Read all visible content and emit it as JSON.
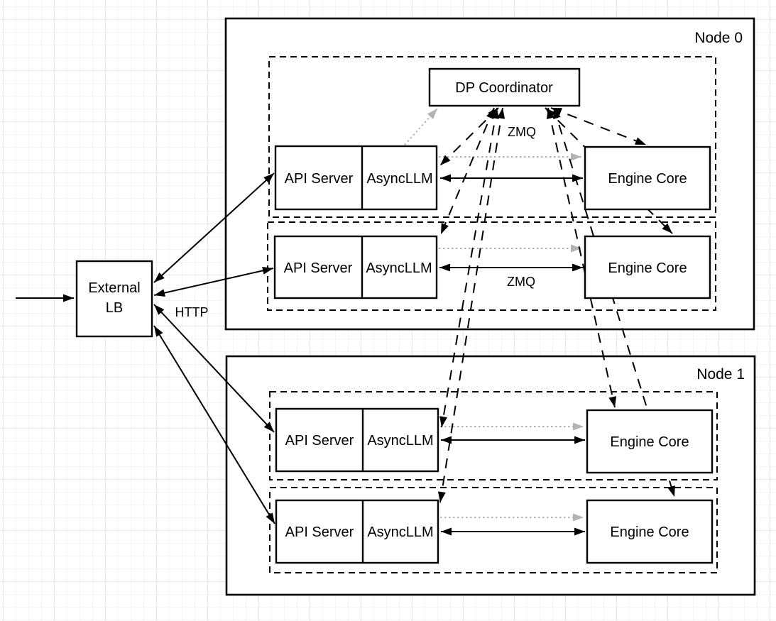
{
  "colors": {
    "stroke": "#000000",
    "gray_arrow": "#b3b3b3",
    "grid_minor": "#f4f4f6",
    "grid_major": "#e7e7ea",
    "box_fill": "#ffffff"
  },
  "external_lb": {
    "line1": "External",
    "line2": "LB"
  },
  "nodes": [
    {
      "label": "Node 0"
    },
    {
      "label": "Node 1"
    }
  ],
  "coordinator": {
    "label": "DP Coordinator"
  },
  "labels": {
    "api_server": "API Server",
    "asyncllm": "AsyncLLM",
    "engine_core": "Engine Core"
  },
  "edge_labels": {
    "http": "HTTP",
    "zmq_coordinator": "ZMQ",
    "zmq_row": "ZMQ"
  }
}
